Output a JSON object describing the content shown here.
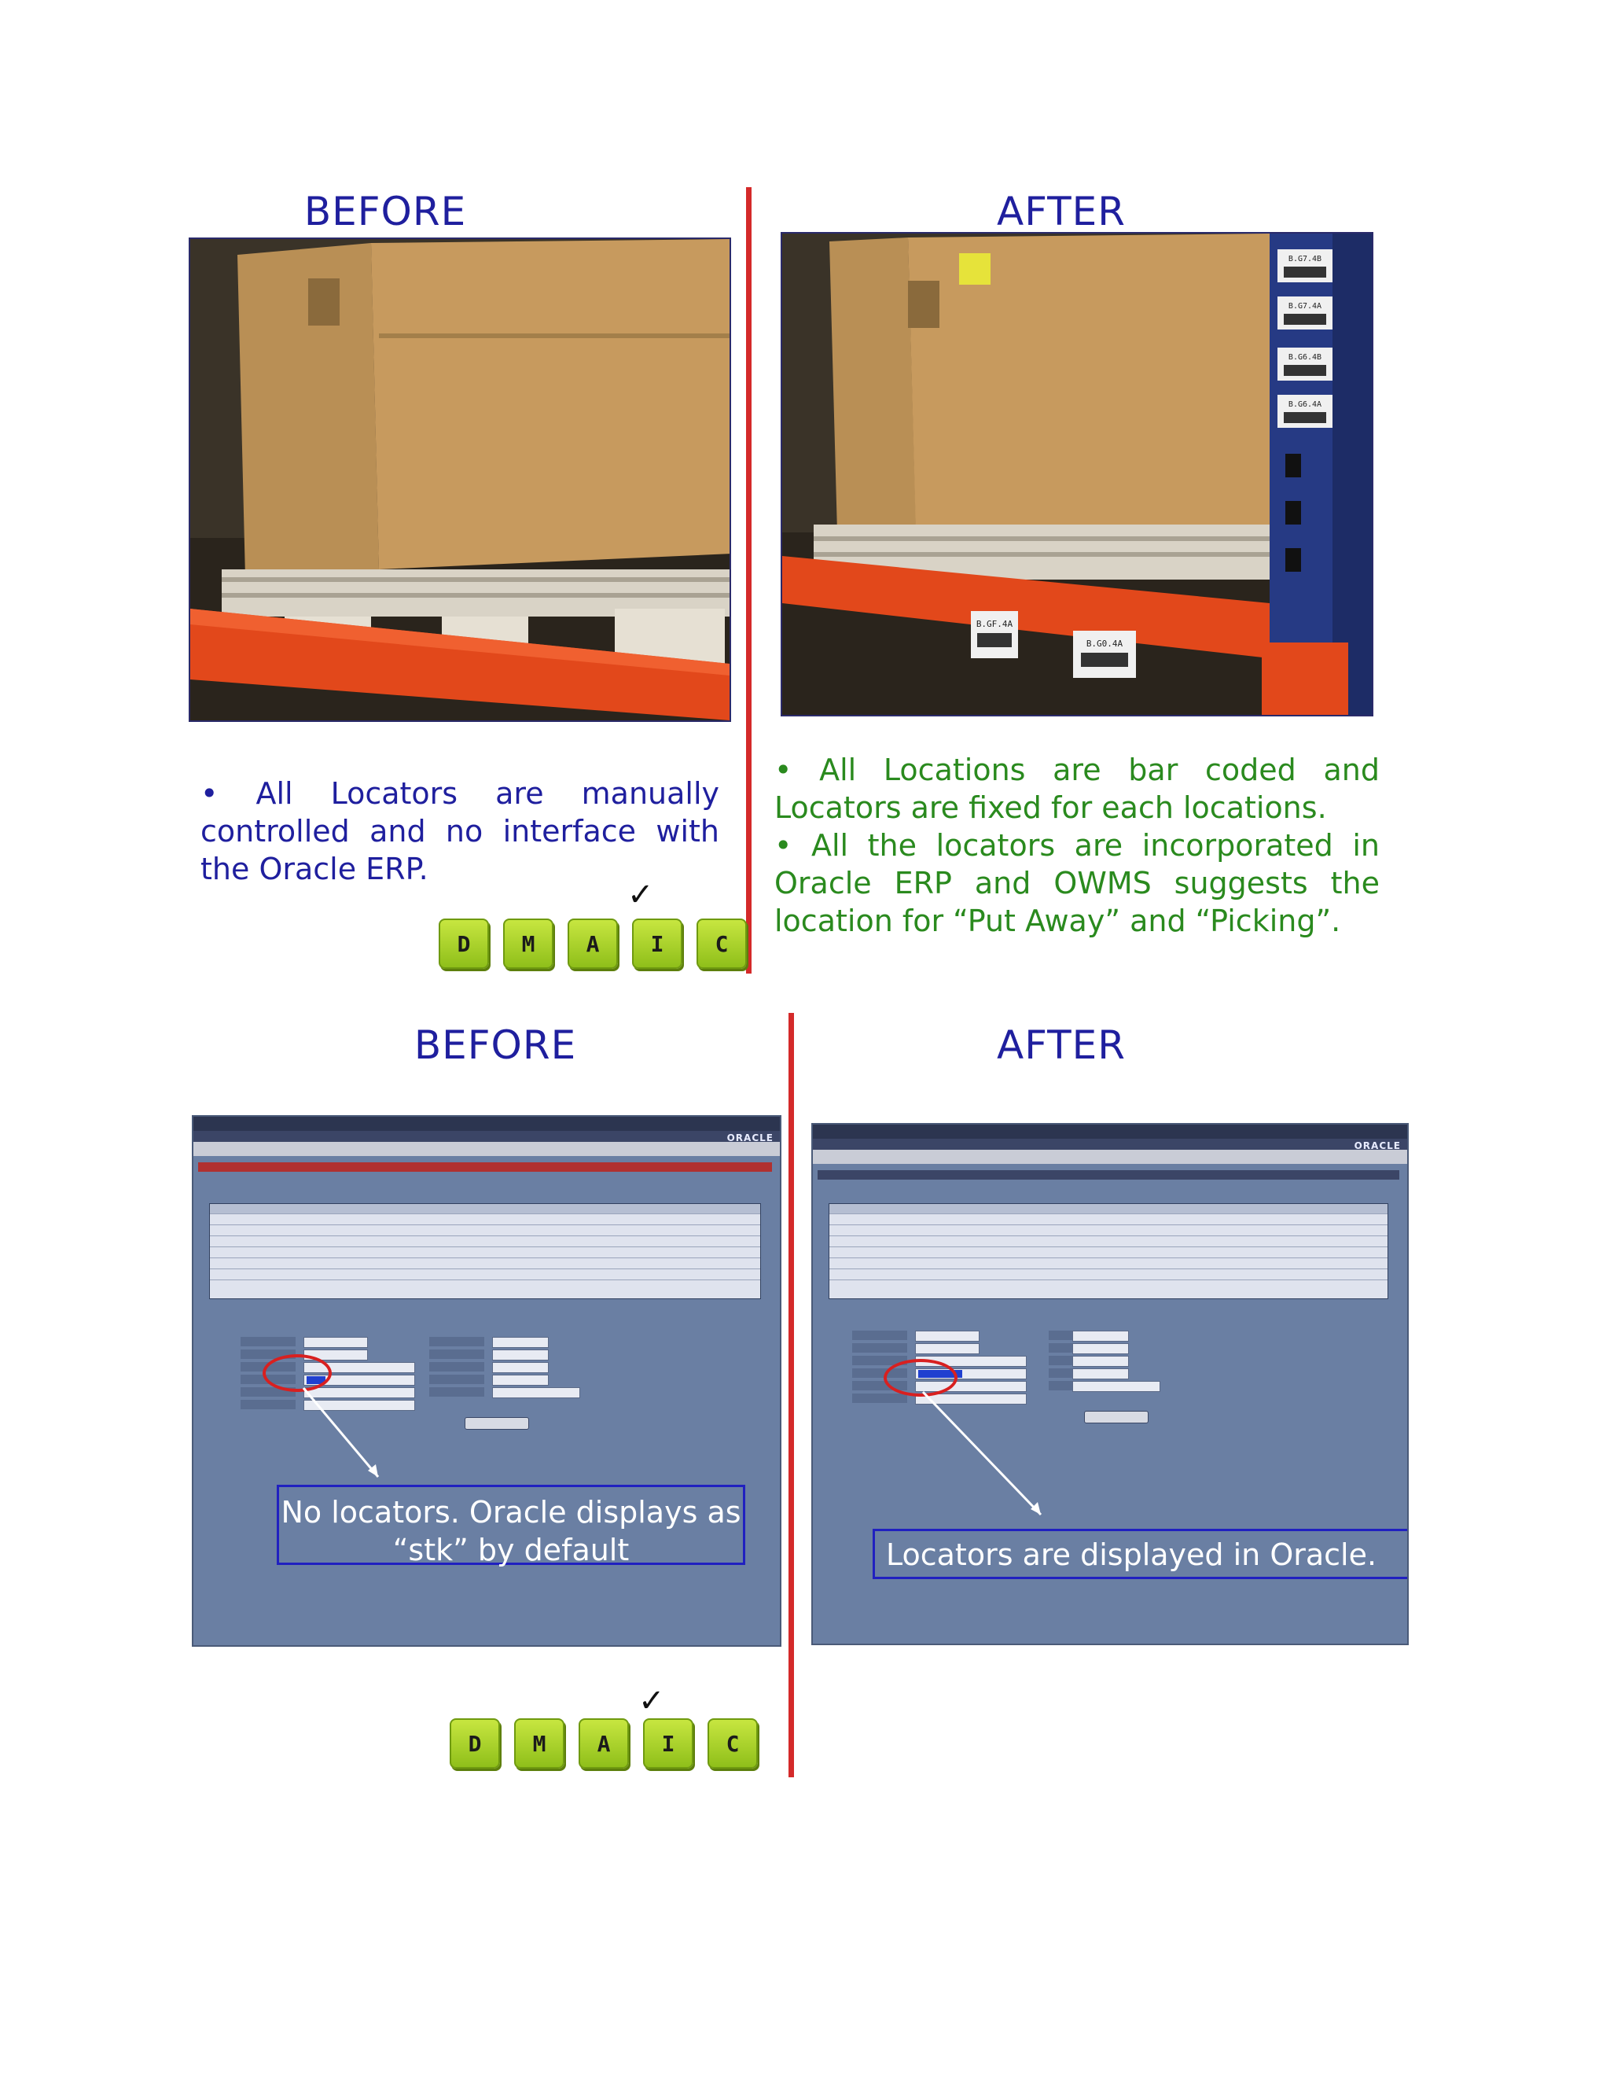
{
  "top": {
    "before_heading": "BEFORE",
    "after_heading": "AFTER",
    "before_text": "• All Locators are manually controlled and no interface with the Oracle ERP.",
    "after_text_1": "• All Locations are bar coded and Locators are fixed for each locations.",
    "after_text_2": "• All the locators are incorporated in Oracle ERP and OWMS suggests the location for “Put Away” and “Picking”.",
    "labels": [
      "B.G7.4B",
      "B.G7.4A",
      "B.G6.4B",
      "B.G6.4A",
      "B.GF.4A",
      "B.G0.4A"
    ]
  },
  "bottom": {
    "before_heading": "BEFORE",
    "after_heading": "AFTER",
    "before_callout": "No locators. Oracle displays as “stk” by default",
    "after_callout": "Locators are displayed in Oracle."
  },
  "dmaic": {
    "keys": [
      "D",
      "M",
      "A",
      "I",
      "C"
    ],
    "check": "✓"
  },
  "brand": "ORACLE",
  "colors": {
    "heading": "#1f1f9e",
    "divider": "#d42a2a",
    "after_text": "#2a8a1e",
    "dmaic_key": "#b5d930",
    "callout_border": "#2020c0"
  }
}
